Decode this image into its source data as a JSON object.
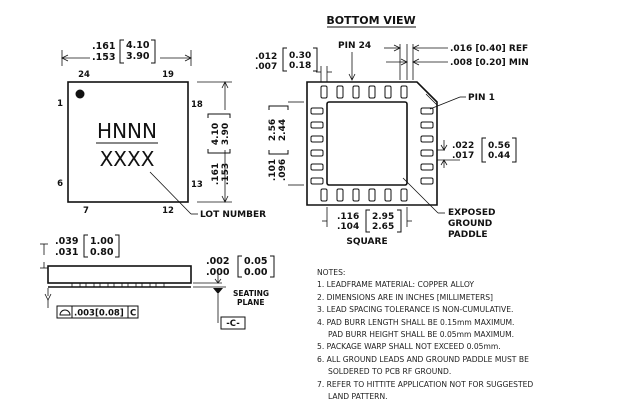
{
  "top_view": {
    "width_dim": {
      "imperial_max": ".161",
      "imperial_min": ".153",
      "metric_max": "4.10",
      "metric_min": "3.90"
    },
    "height_dim": {
      "imperial_max": ".161",
      "imperial_min": ".153",
      "metric_max": "4.10",
      "metric_min": "3.90"
    },
    "pin_labels": {
      "p24": "24",
      "p19": "19",
      "p18": "18",
      "p13": "13",
      "p12": "12",
      "p7": "7",
      "p6": "6",
      "p1": "1"
    },
    "marking_line1": "HNNN",
    "marking_line2": "XXXX",
    "lot_number_label": "LOT NUMBER"
  },
  "bottom_view": {
    "title": "BOTTOM VIEW",
    "pin24_label": "PIN 24",
    "pin1_label": "PIN 1",
    "lead_width": {
      "imperial_max": ".012",
      "imperial_min": ".007",
      "metric_max": "0.30",
      "metric_min": "0.18"
    },
    "pitch_ref": ".016 [0.40] REF",
    "min_gap": ".008 [0.20] MIN",
    "pad_height": {
      "metric_max": "2.56",
      "metric_min": "2.44"
    },
    "body_height_side": {
      "imperial_max": ".101",
      "imperial_min": ".096"
    },
    "lead_length": {
      "imperial_max": ".022",
      "imperial_min": ".017",
      "metric_max": "0.56",
      "metric_min": "0.44"
    },
    "pad_width": {
      "imperial_max": ".116",
      "imperial_min": ".104",
      "metric_max": "2.95",
      "metric_min": "2.65"
    },
    "square_label": "SQUARE",
    "exposed_pad_label": [
      "EXPOSED",
      "GROUND",
      "PADDLE"
    ]
  },
  "side_view": {
    "height_dim": {
      "imperial_max": ".039",
      "imperial_min": ".031",
      "metric_max": "1.00",
      "metric_min": "0.80"
    },
    "standoff_dim": {
      "imperial_max": ".002",
      "imperial_min": ".000",
      "metric_max": "0.05",
      "metric_min": "0.00"
    },
    "seating_plane_label": [
      "SEATING",
      "PLANE"
    ],
    "datum_label": "-C-",
    "flatness_frame": {
      "tolerance": ".003[0.08]",
      "datum": "C"
    }
  },
  "notes": {
    "heading": "NOTES:",
    "items": [
      "1. LEADFRAME MATERIAL: COPPER ALLOY",
      "2. DIMENSIONS ARE IN INCHES [MILLIMETERS]",
      "3. LEAD SPACING TOLERANCE IS NON-CUMULATIVE.",
      "4. PAD BURR LENGTH SHALL BE 0.15mm MAXIMUM.",
      "PAD BURR HEIGHT SHALL BE 0.05mm MAXIMUM.",
      "5. PACKAGE WARP SHALL NOT EXCEED 0.05mm.",
      "6. ALL GROUND LEADS AND GROUND PADDLE MUST BE",
      "SOLDERED TO PCB RF GROUND.",
      "7. REFER TO HITTITE APPLICATION NOT FOR SUGGESTED",
      "LAND PATTERN."
    ]
  }
}
